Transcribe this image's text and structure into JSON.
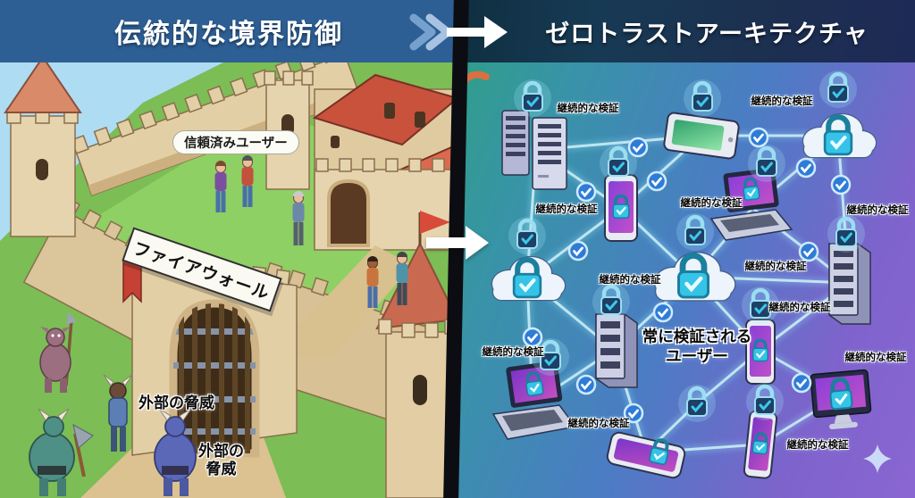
{
  "header": {
    "left_title": "伝統的な境界防御",
    "right_title": "ゼロトラストアーキテクチャ"
  },
  "left_panel": {
    "scene": "castle-perimeter-defense",
    "trusted_users_label": "信頼済みユーザー",
    "firewall_sign": "ファイアウォール",
    "external_threat_label": "外部の脅威",
    "external_threat_label_line1": "外部の",
    "external_threat_label_line2": "脅威"
  },
  "right_panel": {
    "scene": "zero-trust-network",
    "continuous_verification_label": "継続的な検証",
    "always_verified_user_line1": "常に検証される",
    "always_verified_user_line2": "ユーザー"
  },
  "colors": {
    "left_header_bg": "#2d5f95",
    "right_header_bg_start": "#0f2f40",
    "right_header_bg_end": "#1e2a56",
    "accent_cyan": "#3ec8e8",
    "check_blue": "#2e7cd6",
    "castle_stone": "#e3cfa6",
    "roof_red": "#c8523c",
    "grass_green": "#7cbd55",
    "network_teal": "#2fa084",
    "network_purple": "#8a66d2"
  }
}
